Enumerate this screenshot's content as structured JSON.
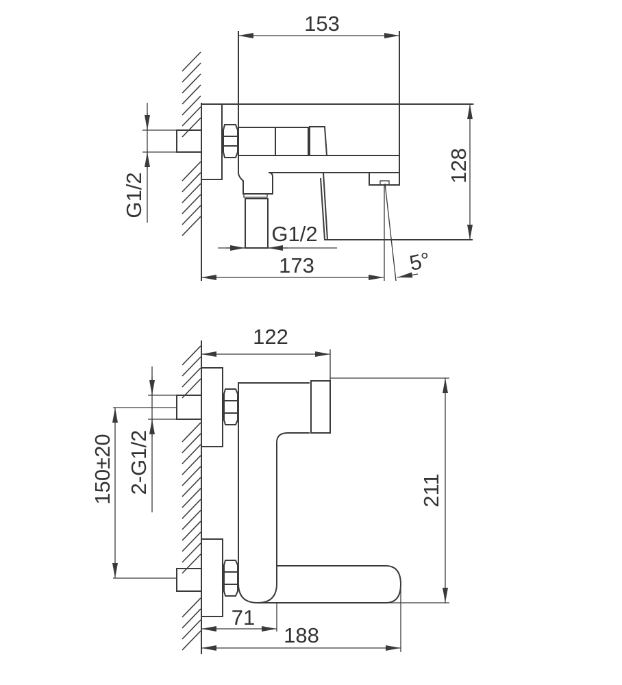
{
  "side_view": {
    "width_153": "153",
    "height_128": "128",
    "length_173": "173",
    "inlet_thread": "G1/2",
    "bottom_thread": "G1/2",
    "angle": "5°"
  },
  "front_view": {
    "width_122": "122",
    "height_211": "211",
    "center_distance": "150±20",
    "inlet_threads": "2-G1/2",
    "depth_71": "71",
    "length_188": "188"
  },
  "colors": {
    "line": "#3a3a3a",
    "background": "#ffffff"
  }
}
